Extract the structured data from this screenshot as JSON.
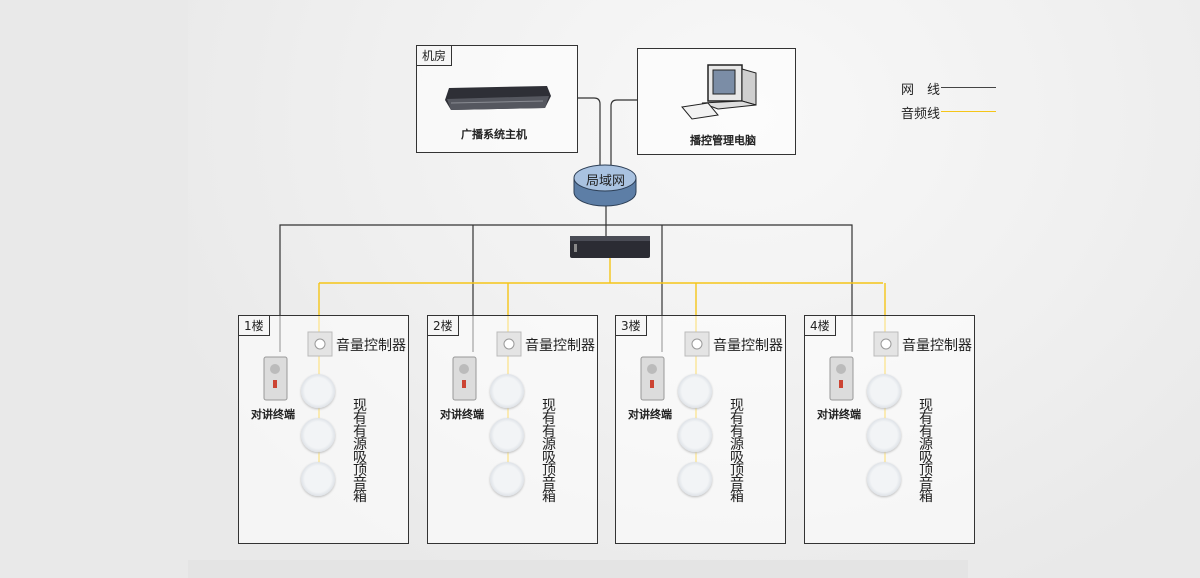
{
  "diagram": {
    "machine_room": {
      "tag": "机房",
      "device_label": "广播系统主机"
    },
    "control_pc": {
      "label": "播控管理电脑"
    },
    "lan": {
      "label": "局域网"
    },
    "legend": {
      "network": {
        "label": "网　线",
        "color": "#333333"
      },
      "audio": {
        "label": "音频线",
        "color": "#f5c518"
      }
    },
    "floors": [
      {
        "tag": "1楼",
        "volume_label": "音量控制器",
        "intercom_label": "对讲终端",
        "speaker_label": "现有有源吸顶音箱"
      },
      {
        "tag": "2楼",
        "volume_label": "音量控制器",
        "intercom_label": "对讲终端",
        "speaker_label": "现有有源吸顶音箱"
      },
      {
        "tag": "3楼",
        "volume_label": "音量控制器",
        "intercom_label": "对讲终端",
        "speaker_label": "现有有源吸顶音箱"
      },
      {
        "tag": "4楼",
        "volume_label": "音量控制器",
        "intercom_label": "对讲终端",
        "speaker_label": "现有有源吸顶音箱"
      }
    ]
  }
}
